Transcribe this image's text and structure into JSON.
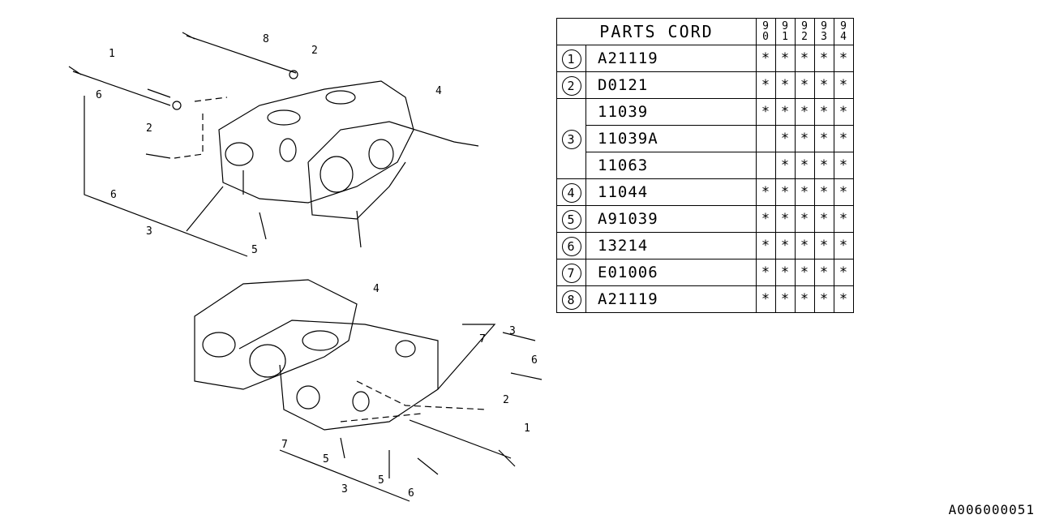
{
  "diagram": {
    "callouts_top": [
      "1",
      "8",
      "2",
      "6",
      "2",
      "4",
      "6",
      "3",
      "5"
    ],
    "callouts_bottom": [
      "4",
      "3",
      "7",
      "6",
      "2",
      "1",
      "7",
      "5",
      "5",
      "3",
      "6"
    ]
  },
  "table": {
    "header": "PARTS CORD",
    "years": [
      [
        "9",
        "0"
      ],
      [
        "9",
        "1"
      ],
      [
        "9",
        "2"
      ],
      [
        "9",
        "3"
      ],
      [
        "9",
        "4"
      ]
    ],
    "groups": [
      {
        "ref": "1",
        "rows": [
          {
            "code": "A21119",
            "marks": [
              "*",
              "*",
              "*",
              "*",
              "*"
            ]
          }
        ]
      },
      {
        "ref": "2",
        "rows": [
          {
            "code": "D0121",
            "marks": [
              "*",
              "*",
              "*",
              "*",
              "*"
            ]
          }
        ]
      },
      {
        "ref": "3",
        "rows": [
          {
            "code": "11039",
            "marks": [
              "*",
              "*",
              "*",
              "*",
              "*"
            ]
          },
          {
            "code": "11039A",
            "marks": [
              "",
              "*",
              "*",
              "*",
              "*"
            ]
          },
          {
            "code": "11063",
            "marks": [
              "",
              "*",
              "*",
              "*",
              "*"
            ]
          }
        ]
      },
      {
        "ref": "4",
        "rows": [
          {
            "code": "11044",
            "marks": [
              "*",
              "*",
              "*",
              "*",
              "*"
            ]
          }
        ]
      },
      {
        "ref": "5",
        "rows": [
          {
            "code": "A91039",
            "marks": [
              "*",
              "*",
              "*",
              "*",
              "*"
            ]
          }
        ]
      },
      {
        "ref": "6",
        "rows": [
          {
            "code": "13214",
            "marks": [
              "*",
              "*",
              "*",
              "*",
              "*"
            ]
          }
        ]
      },
      {
        "ref": "7",
        "rows": [
          {
            "code": "E01006",
            "marks": [
              "*",
              "*",
              "*",
              "*",
              "*"
            ]
          }
        ]
      },
      {
        "ref": "8",
        "rows": [
          {
            "code": "A21119",
            "marks": [
              "*",
              "*",
              "*",
              "*",
              "*"
            ]
          }
        ]
      }
    ]
  },
  "footer_code": "A006000051"
}
